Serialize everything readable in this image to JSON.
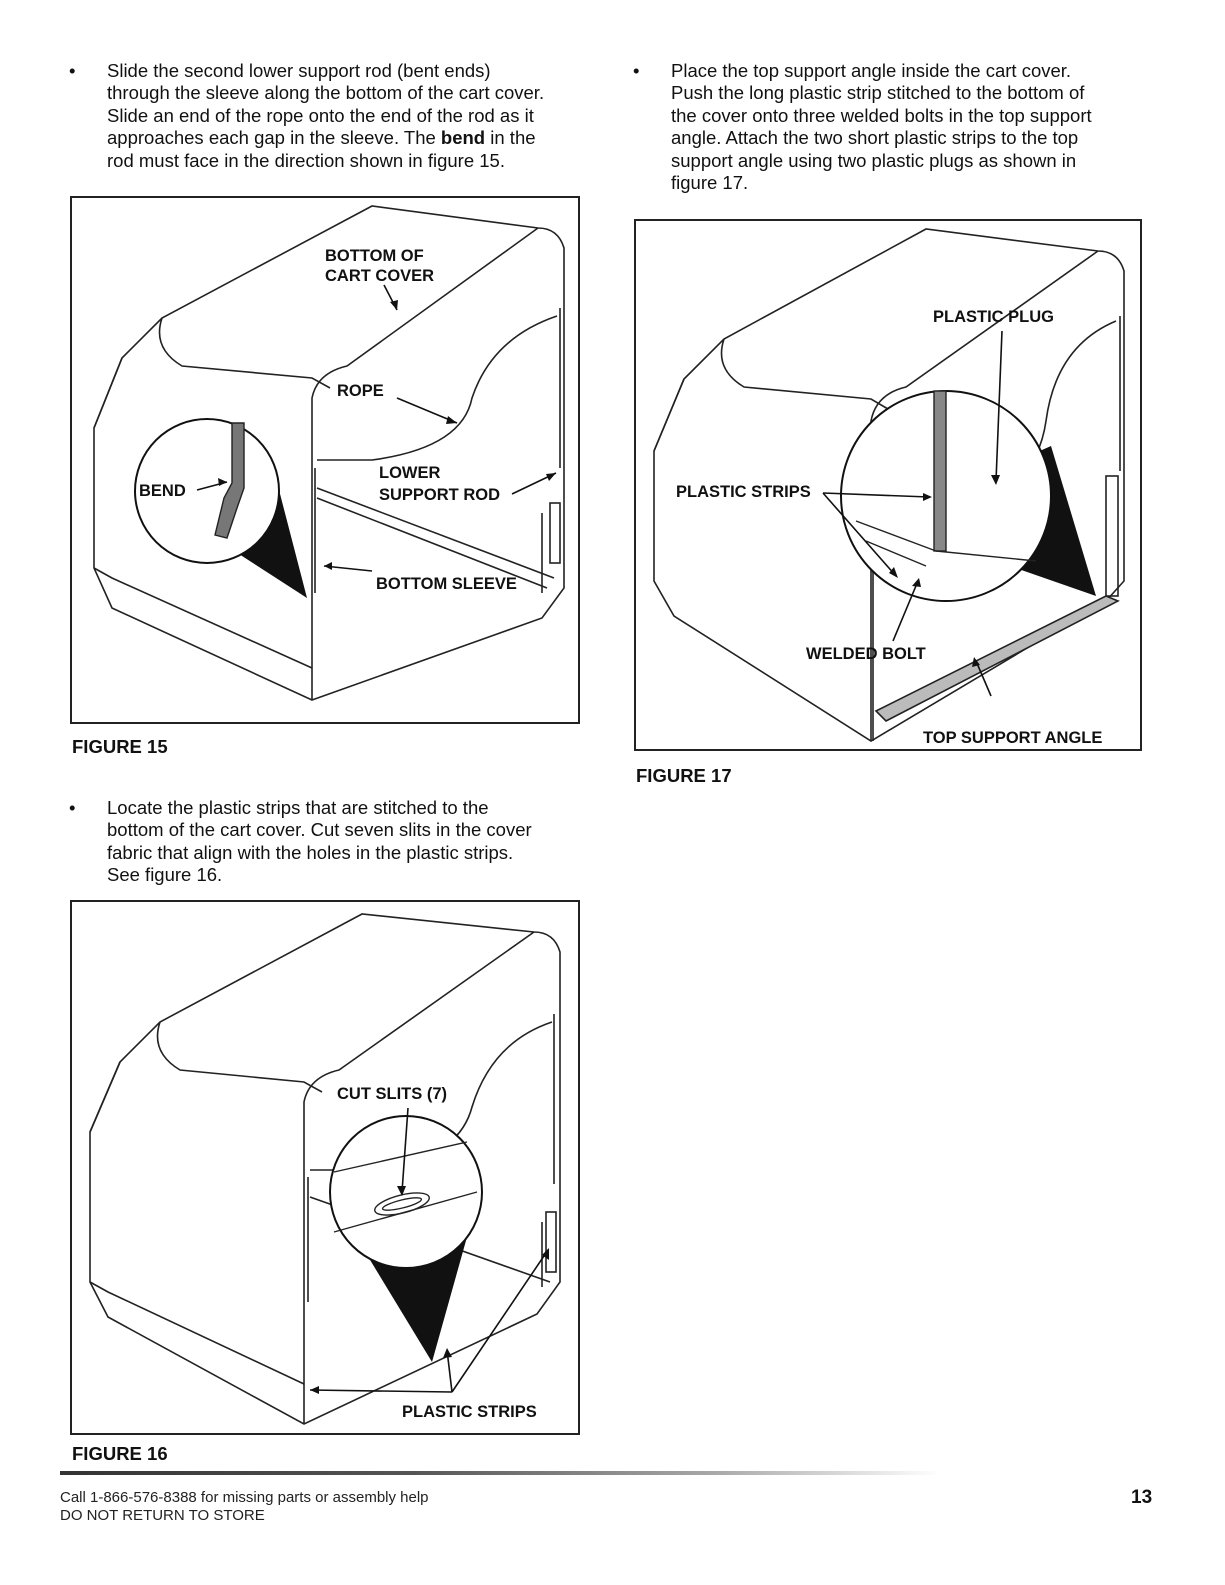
{
  "left_column": {
    "bullet1": {
      "line1": "Slide the second lower support rod (bent ends)",
      "line2": "through the sleeve along the bottom of the cart cover.",
      "line3": "Slide an end of the rope onto the end of the rod as it",
      "line4_pre": "approaches each gap in the sleeve. The ",
      "line4_bold": "bend",
      "line4_post": " in the",
      "line5": "rod must face in the direction shown in figure 15."
    },
    "figure15": {
      "caption": "FIGURE 15",
      "labels": {
        "bottom_of": "BOTTOM OF",
        "cart_cover": "CART COVER",
        "rope": "ROPE",
        "bend": "BEND",
        "lower": "LOWER",
        "support_rod": "SUPPORT ROD",
        "bottom_sleeve": "BOTTOM SLEEVE"
      }
    },
    "bullet2": {
      "line1": "Locate the plastic strips that are stitched to the",
      "line2": "bottom of the cart cover. Cut seven slits in the cover",
      "line3": "fabric that align with the holes in the plastic strips.",
      "line4": "See figure 16."
    },
    "figure16": {
      "caption": "FIGURE 16",
      "labels": {
        "cut_slits": "CUT SLITS (7)",
        "plastic_strips": "PLASTIC STRIPS"
      }
    }
  },
  "right_column": {
    "bullet3": {
      "line1": "Place the top support angle inside the cart cover.",
      "line2": "Push the long plastic strip stitched to the bottom of",
      "line3": "the cover onto three welded bolts in the top support",
      "line4": "angle. Attach the two short plastic strips to the top",
      "line5": "support angle using two plastic plugs as shown in",
      "line6": "figure 17."
    },
    "figure17": {
      "caption": "FIGURE 17",
      "labels": {
        "plastic_plug": "PLASTIC PLUG",
        "plastic_strips": "PLASTIC STRIPS",
        "welded_bolt": "WELDED BOLT",
        "top_support_angle": "TOP SUPPORT ANGLE"
      }
    }
  },
  "footer": {
    "call_prefix": "Call 1-866-576-8388",
    "call_suffix": " for missing parts or assembly help",
    "no_return": "DO NOT RETURN TO STORE",
    "page_number": "13"
  },
  "bullet_glyph": "•"
}
